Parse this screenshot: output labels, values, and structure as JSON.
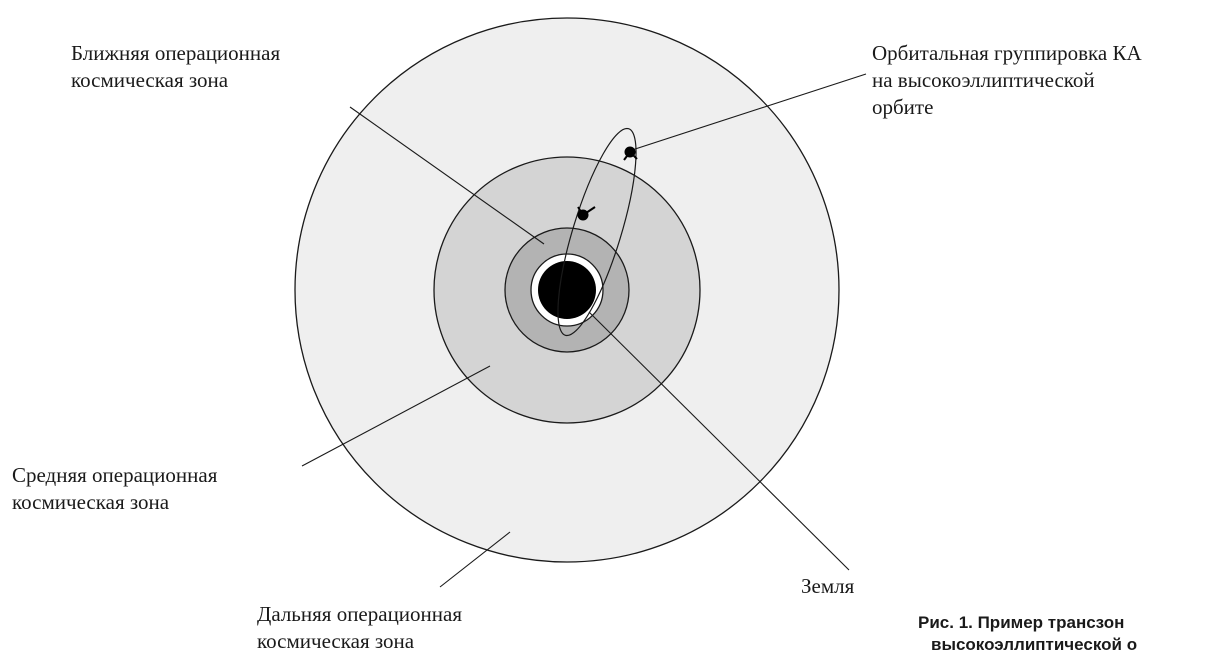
{
  "labels": {
    "near_zone": [
      "Ближняя операционная",
      "космическая зона"
    ],
    "orbit_group": [
      "Орбитальная группировка КА",
      "на высокоэллиптической",
      "орбите"
    ],
    "middle_zone": [
      "Средняя операционная",
      "космическая зона"
    ],
    "far_zone": [
      "Дальняя операционная",
      "космическая зона"
    ],
    "earth": "Земля"
  },
  "caption": {
    "line1": "Рис.  1. Пример трансзон",
    "line2": "высокоэллиптической о"
  },
  "colors": {
    "far_zone_fill": "#efefef",
    "middle_zone_fill": "#d4d4d4",
    "near_zone_fill": "#b3b3b3",
    "gap_ring_fill": "#ffffff",
    "earth_fill": "#000000",
    "stroke": "#1a1a1a"
  }
}
